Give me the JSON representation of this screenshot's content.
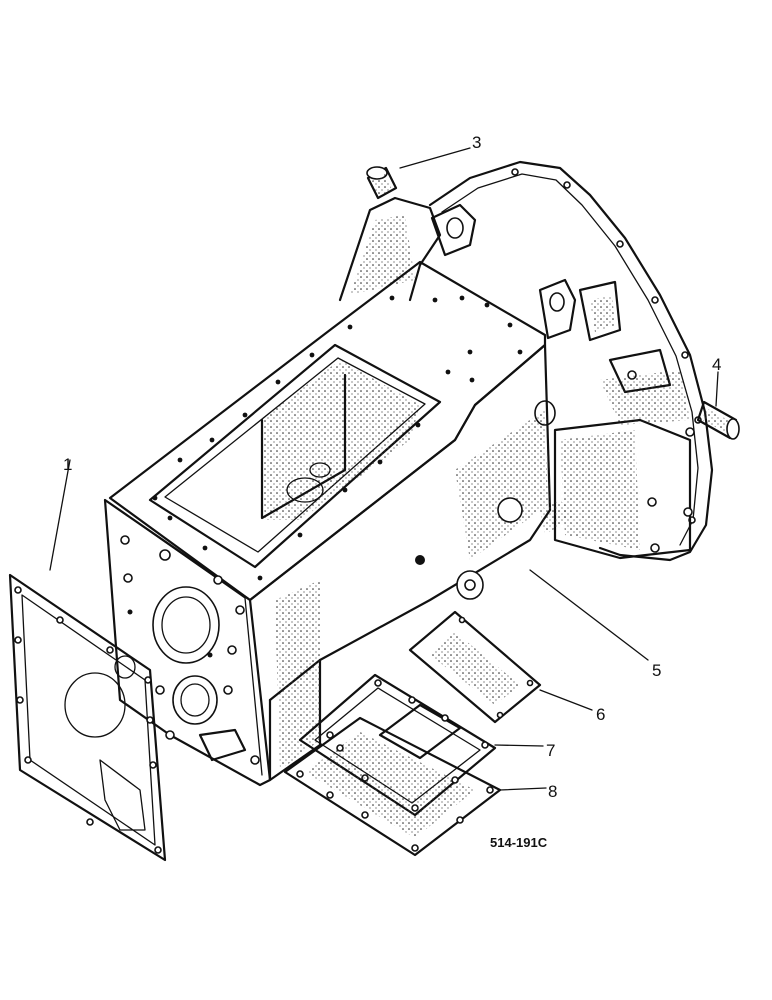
{
  "diagram": {
    "reference_code": "514-191C",
    "callouts": [
      {
        "id": "c1",
        "label": "1"
      },
      {
        "id": "c3",
        "label": "3"
      },
      {
        "id": "c4",
        "label": "4"
      },
      {
        "id": "c5",
        "label": "5"
      },
      {
        "id": "c6",
        "label": "6"
      },
      {
        "id": "c7",
        "label": "7"
      },
      {
        "id": "c8",
        "label": "8"
      }
    ]
  }
}
